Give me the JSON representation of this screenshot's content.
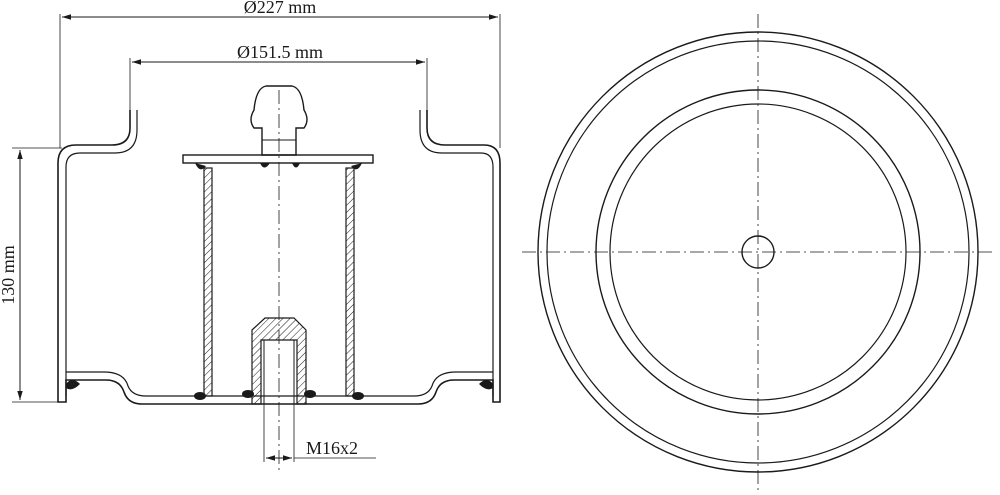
{
  "drawing": {
    "dimensions": {
      "outer_diameter": "Ø227 mm",
      "inner_diameter": "Ø151.5 mm",
      "height": "130 mm",
      "thread": "M16x2"
    }
  },
  "colors": {
    "line": "#1a1a1a",
    "background": "#ffffff",
    "seal": "#1a1a1a"
  }
}
